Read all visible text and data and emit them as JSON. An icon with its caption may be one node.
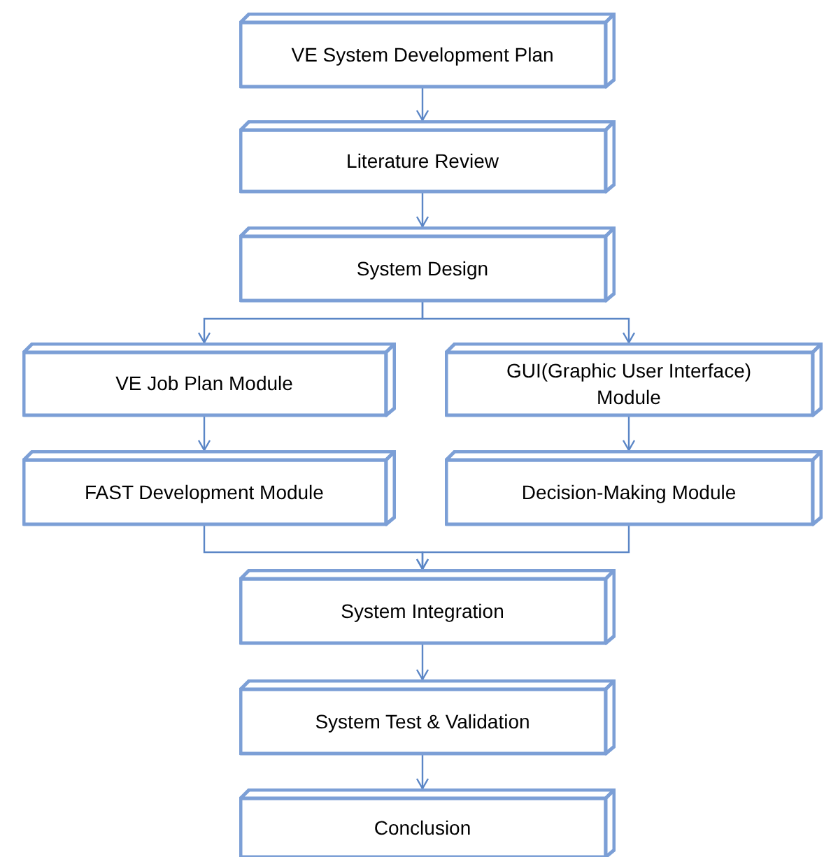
{
  "diagram": {
    "nodes": [
      {
        "text": [
          "VE System Development Plan"
        ]
      },
      {
        "text": [
          "Literature Review"
        ]
      },
      {
        "text": [
          "System Design"
        ]
      },
      {
        "text": [
          "VE Job Plan Module"
        ]
      },
      {
        "text": [
          "GUI(Graphic User Interface) Module"
        ]
      },
      {
        "text": [
          "FAST Development Module"
        ]
      },
      {
        "text": [
          "Decision-Making Module"
        ]
      },
      {
        "text": [
          "System Integration"
        ]
      },
      {
        "text": [
          "System Test & Validation"
        ]
      },
      {
        "text": [
          "Conclusion"
        ]
      }
    ],
    "edges": [
      {
        "from": 0,
        "to": 1,
        "arrow": "to"
      },
      {
        "from": 1,
        "to": 2,
        "arrow": "to"
      },
      {
        "from": 2,
        "to": 3,
        "arrow": "to"
      },
      {
        "from": 2,
        "to": 4,
        "arrow": "to"
      },
      {
        "from": 3,
        "to": 5,
        "arrow": "to"
      },
      {
        "from": 4,
        "to": 6,
        "arrow": "to"
      },
      {
        "from": 5,
        "to": 7,
        "arrow": "to"
      },
      {
        "from": 6,
        "to": 7,
        "arrow": "to"
      },
      {
        "from": 7,
        "to": 8,
        "arrow": "to"
      },
      {
        "from": 8,
        "to": 9,
        "arrow": "to"
      }
    ]
  }
}
